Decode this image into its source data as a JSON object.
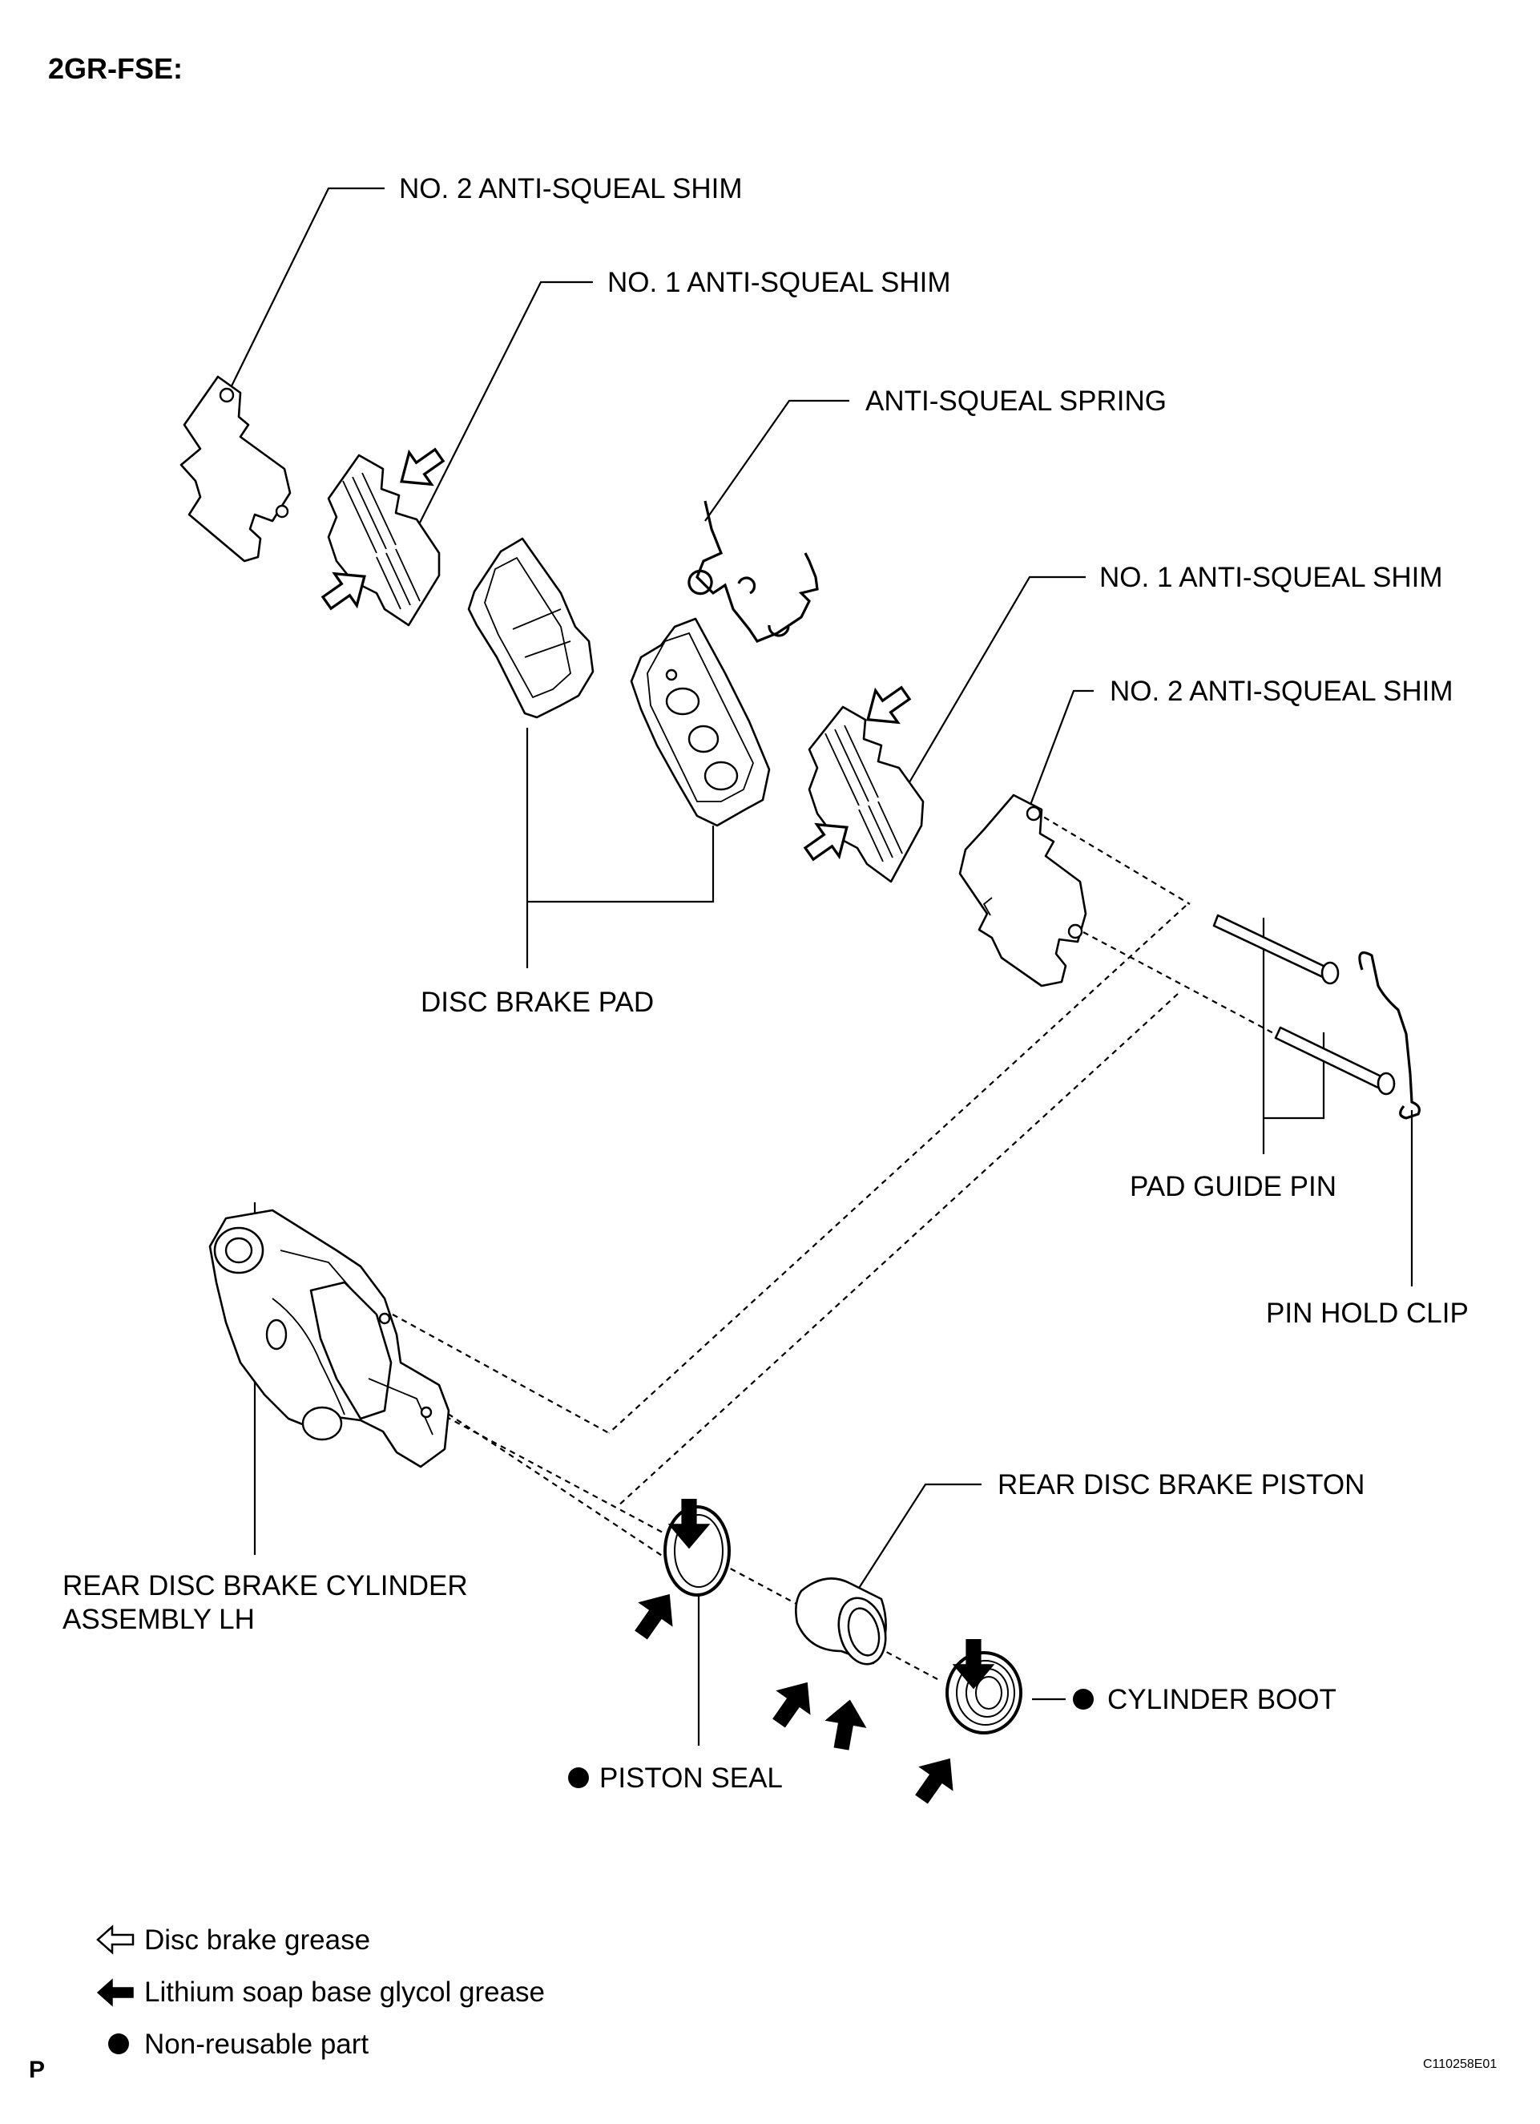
{
  "header": {
    "engine_code": "2GR-FSE:"
  },
  "labels": {
    "no2_shim_top": "NO. 2 ANTI-SQUEAL SHIM",
    "no1_shim_top": "NO. 1 ANTI-SQUEAL SHIM",
    "spring": "ANTI-SQUEAL SPRING",
    "no1_shim_right": "NO. 1 ANTI-SQUEAL SHIM",
    "no2_shim_right": "NO. 2 ANTI-SQUEAL SHIM",
    "disc_brake_pad": "DISC BRAKE PAD",
    "pad_guide_pin": "PAD GUIDE PIN",
    "pin_hold_clip": "PIN HOLD CLIP",
    "cylinder_line1": "REAR DISC BRAKE CYLINDER",
    "cylinder_line2": "ASSEMBLY LH",
    "piston": "REAR DISC BRAKE PISTON",
    "cylinder_boot": "CYLINDER BOOT",
    "piston_seal": "PISTON SEAL"
  },
  "legend": {
    "disc_grease": "Disc brake grease",
    "lithium_grease": "Lithium soap base glycol grease",
    "non_reusable": "Non-reusable part"
  },
  "footer": {
    "page_marker": "P",
    "figure_code": "C110258E01"
  }
}
